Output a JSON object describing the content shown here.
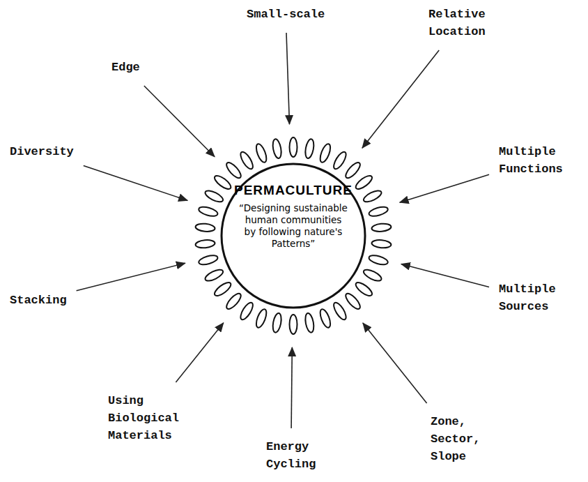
{
  "diagram": {
    "nodes": [
      {
        "text": [
          "PERMACULTURE",
          "“Designing sustainable human communities by following nature's Patterns”"
        ]
      },
      {
        "text": [
          "Small-scale"
        ]
      },
      {
        "text": [
          "Relative Location"
        ]
      },
      {
        "text": [
          "Multiple Functions"
        ]
      },
      {
        "text": [
          "Multiple Sources"
        ]
      },
      {
        "text": [
          "Zone, Sector, Slope"
        ]
      },
      {
        "text": [
          "Energy Cycling"
        ]
      },
      {
        "text": [
          "Using Biological Materials"
        ]
      },
      {
        "text": [
          "Stacking"
        ]
      },
      {
        "text": [
          "Diversity"
        ]
      },
      {
        "text": [
          "Edge"
        ]
      }
    ],
    "edges": [
      {
        "from": 1,
        "to": 0,
        "arrow": "to"
      },
      {
        "from": 2,
        "to": 0,
        "arrow": "to"
      },
      {
        "from": 3,
        "to": 0,
        "arrow": "to"
      },
      {
        "from": 4,
        "to": 0,
        "arrow": "to"
      },
      {
        "from": 5,
        "to": 0,
        "arrow": "to"
      },
      {
        "from": 6,
        "to": 0,
        "arrow": "to"
      },
      {
        "from": 7,
        "to": 0,
        "arrow": "to"
      },
      {
        "from": 8,
        "to": 0,
        "arrow": "to"
      },
      {
        "from": 9,
        "to": 0,
        "arrow": "to"
      },
      {
        "from": 10,
        "to": 0,
        "arrow": "to"
      }
    ]
  }
}
